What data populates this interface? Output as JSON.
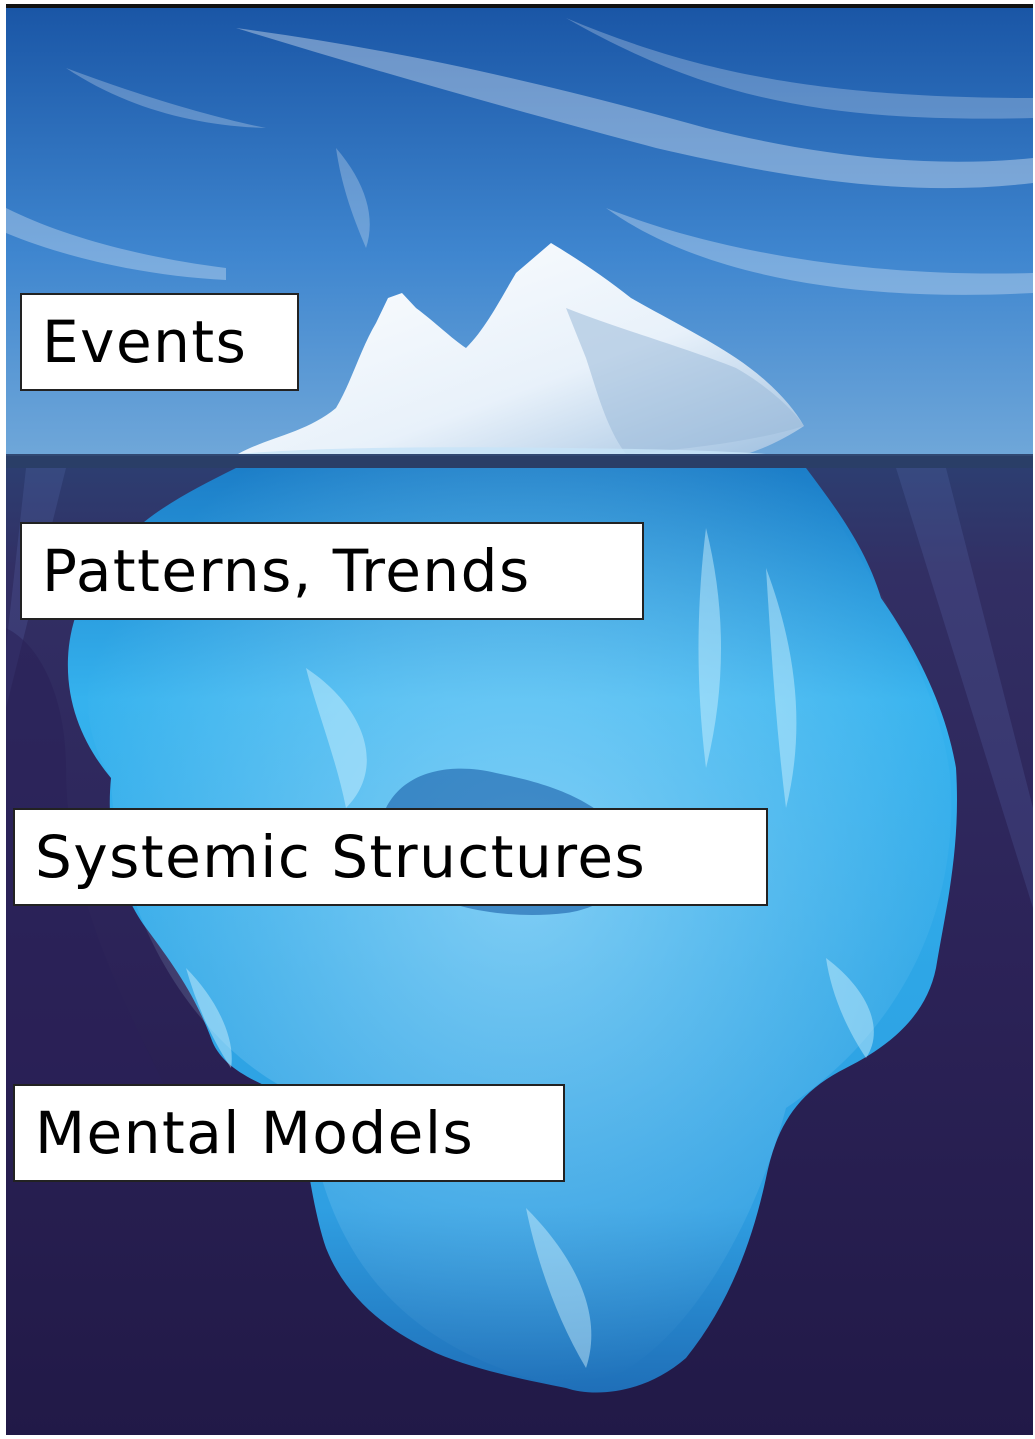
{
  "labels": {
    "events": "Events",
    "patterns": "Patterns, Trends",
    "systemic": "Systemic Structures",
    "mental": "Mental Models"
  },
  "colors": {
    "sky_top": "#1f5fb0",
    "sky_bottom": "#6aa4d8",
    "waterline": "#2a3e66",
    "deep_water": "#2a1f4f",
    "ice_above": "#eef5fb",
    "ice_below": "#2aa6e8"
  }
}
